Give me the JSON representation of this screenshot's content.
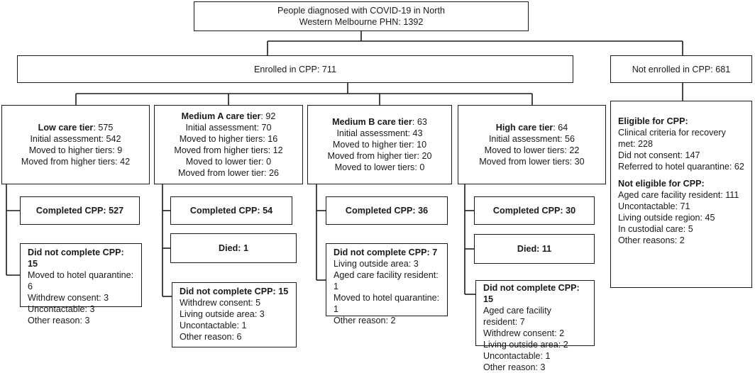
{
  "top": {
    "title_line1": "People diagnosed with COVID-19 in North",
    "title_line2": "Western Melbourne PHN: 1392"
  },
  "enrolled": {
    "label": "Enrolled in CPP",
    "value": ": 711"
  },
  "not_enrolled": {
    "label": "Not enrolled in CPP",
    "value": ": 681",
    "eligible_heading": "Eligible for CPP:",
    "eligible_items": [
      "Clinical criteria for recovery met: 228",
      "Did not consent: 147",
      "Referred to hotel quarantine: 62"
    ],
    "not_eligible_heading": "Not eligible for CPP:",
    "not_eligible_items": [
      "Aged care facility resident: 111",
      "Uncontactable: 71",
      "Living outside region: 45",
      "In custodial care: 5",
      "Other reasons: 2"
    ]
  },
  "tiers": [
    {
      "name": "Low care tier",
      "count": ": 575",
      "lines": [
        "Initial assessment: 542",
        "Moved to higher tiers: 9",
        "Moved from higher tiers: 42"
      ],
      "completed": "Completed CPP: 527",
      "died": null,
      "not_completed_heading": "Did not complete CPP: 15",
      "not_completed_items": [
        "Moved to hotel quarantine: 6",
        "Withdrew consent: 3",
        "Uncontactable: 3",
        "Other reason: 3"
      ]
    },
    {
      "name": "Medium A care tier",
      "count": ": 92",
      "lines": [
        "Initial assessment: 70",
        "Moved to higher tiers: 16",
        "Moved from higher tiers: 12",
        "Moved to lower tier: 0",
        "Moved from lower tier: 26"
      ],
      "completed": "Completed CPP: 54",
      "died": "Died: 1",
      "not_completed_heading": "Did not complete CPP: 15",
      "not_completed_items": [
        "Withdrew consent: 5",
        "Living outside area: 3",
        "Uncontactable: 1",
        "Other reason: 6"
      ]
    },
    {
      "name": "Medium B care tier",
      "count": ": 63",
      "lines": [
        "Initial assessment: 43",
        "Moved to higher tier: 10",
        "Moved from higher tier: 20",
        "Moved to lower tiers: 0"
      ],
      "completed": "Completed CPP: 36",
      "died": null,
      "not_completed_heading": "Did not complete CPP: 7",
      "not_completed_items": [
        "Living outside area: 3",
        "Aged care facility resident: 1",
        "Moved to hotel quarantine: 1",
        "Other reason: 2"
      ]
    },
    {
      "name": "High care tier",
      "count": ": 64",
      "lines": [
        "Initial assessment: 56",
        "Moved to lower tiers: 22",
        "Moved from lower tiers: 30"
      ],
      "completed": "Completed CPP: 30",
      "died": "Died: 11",
      "not_completed_heading": "Did not complete CPP: 15",
      "not_completed_items": [
        "Aged care facility resident: 7",
        "Withdrew consent: 2",
        "Living outside area: 2",
        "Uncontactable: 1",
        "Other reason: 3"
      ]
    }
  ]
}
